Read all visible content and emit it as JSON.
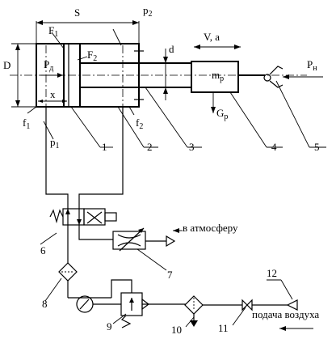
{
  "labels": {
    "S": "S",
    "p2": "p",
    "p2_sub": "2",
    "F1": "F",
    "F1_sub": "1",
    "F2": "F",
    "F2_sub": "2",
    "d": "d",
    "V_a": "V, a",
    "D": "D",
    "Pd": "P",
    "Pd_sub": "д",
    "x": "x",
    "mp": "m",
    "mp_sub": "p",
    "Pn": "P",
    "Pn_sub": "н",
    "Gp": "G",
    "Gp_sub": "р",
    "f1": "f",
    "f1_sub": "1",
    "f2": "f",
    "f2_sub": "2",
    "p1": "p",
    "p1_sub": "1",
    "to_atmosphere": "в атмосферу",
    "air_supply": "подача воздуха"
  },
  "callouts": [
    "1",
    "2",
    "3",
    "4",
    "5",
    "6",
    "7",
    "8",
    "9",
    "10",
    "11",
    "12"
  ]
}
